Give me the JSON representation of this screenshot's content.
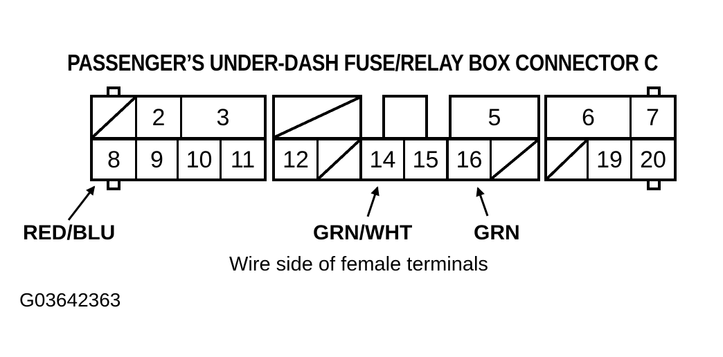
{
  "title": "PASSENGER’S UNDER-DASH FUSE/RELAY BOX CONNECTOR C",
  "connector": {
    "top_row": [
      {
        "label": "",
        "type": "blocked"
      },
      {
        "label": "2",
        "type": "terminal"
      },
      {
        "label": "3",
        "type": "terminal"
      },
      {
        "label": "",
        "type": "blocked"
      },
      {
        "label": "",
        "type": "blank"
      },
      {
        "label": "5",
        "type": "terminal"
      },
      {
        "label": "6",
        "type": "terminal"
      },
      {
        "label": "7",
        "type": "terminal"
      }
    ],
    "bottom_row": [
      {
        "label": "8",
        "type": "terminal"
      },
      {
        "label": "9",
        "type": "terminal"
      },
      {
        "label": "10",
        "type": "terminal"
      },
      {
        "label": "11",
        "type": "terminal"
      },
      {
        "label": "12",
        "type": "terminal"
      },
      {
        "label": "",
        "type": "blocked"
      },
      {
        "label": "14",
        "type": "terminal"
      },
      {
        "label": "15",
        "type": "terminal"
      },
      {
        "label": "16",
        "type": "terminal"
      },
      {
        "label": "",
        "type": "blocked"
      },
      {
        "label": "",
        "type": "blocked"
      },
      {
        "label": "19",
        "type": "terminal"
      },
      {
        "label": "20",
        "type": "terminal"
      }
    ]
  },
  "wire_labels": [
    {
      "text": "RED/BLU"
    },
    {
      "text": "GRN/WHT"
    },
    {
      "text": "GRN"
    }
  ],
  "caption": "Wire side of female terminals",
  "figure_id": "G03642363",
  "colors": {
    "ink": "#000000",
    "background": "#ffffff"
  }
}
